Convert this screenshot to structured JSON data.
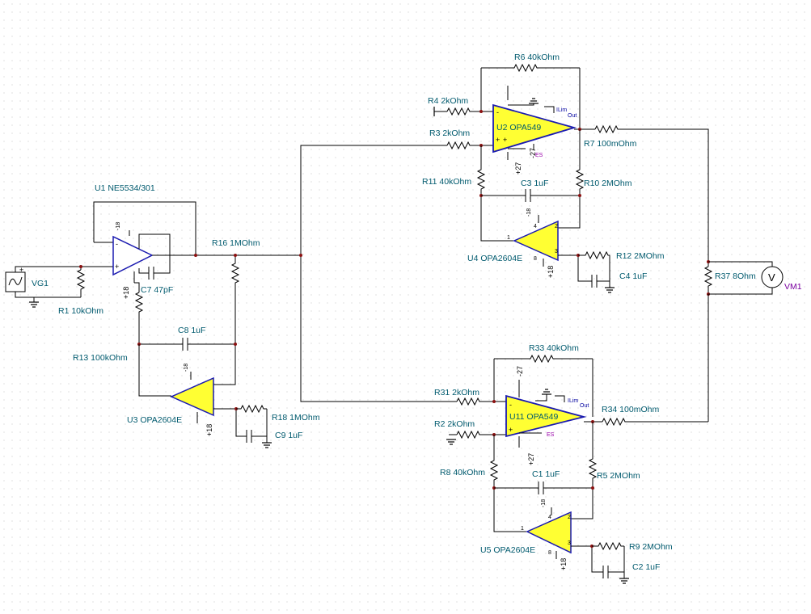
{
  "components": {
    "VG1": "VG1",
    "R1": "R1 10kOhm",
    "U1": "U1 NE5534/301",
    "C7": "C7 47pF",
    "R16": "R16 1MOhm",
    "R13": "R13 100kOhm",
    "C8": "C8 1uF",
    "U3": "U3 OPA2604E",
    "R18": "R18 1MOhm",
    "C9": "C9 1uF",
    "R6": "R6 40kOhm",
    "R4": "R4 2kOhm",
    "R3": "R3 2kOhm",
    "U2": "U2 OPA549",
    "R7": "R7 100mOhm",
    "R11": "R11 40kOhm",
    "C3": "C3 1uF",
    "R10": "R10 2MOhm",
    "U4": "U4 OPA2604E",
    "R12": "R12 2MOhm",
    "C4": "C4 1uF",
    "R37": "R37 8Ohm",
    "VM1": "VM1",
    "R33": "R33 40kOhm",
    "R31": "R31 2kOhm",
    "U11": "U11 OPA549",
    "R34": "R34 100mOhm",
    "R2": "R2 2kOhm",
    "R8": "R8 40kOhm",
    "C1": "C1 1uF",
    "R5": "R5 2MOhm",
    "U5": "U5 OPA2604E",
    "R9": "R9 2MOhm",
    "C2": "C2 1uF"
  },
  "supplies": {
    "neg18": "-18",
    "pos18": "+18",
    "neg27": "-27",
    "pos27": "+27"
  },
  "pins": {
    "p1": "1",
    "p2": "2",
    "p3": "3",
    "p4": "4",
    "p8": "8",
    "plus": "+",
    "minus": "-"
  },
  "pin_tags": {
    "ilim": "ILim",
    "out": "Out",
    "es": "ES"
  },
  "symbols": {
    "voltmeter": "V"
  },
  "colors": {
    "label": "#005a6e",
    "opamp_fill": "#ffff33",
    "opamp_stroke": "#1a1ab0",
    "node": "#8b1010",
    "vm_label": "#7a00a0"
  }
}
